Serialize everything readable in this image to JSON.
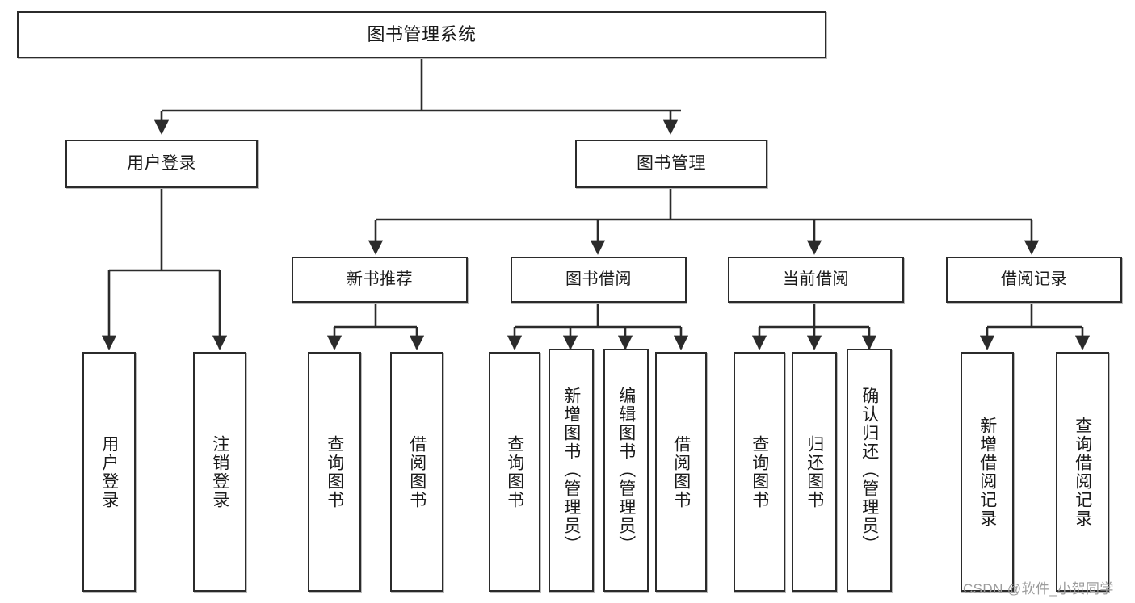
{
  "diagram": {
    "title": "图书管理系统",
    "type": "functional-structure-tree",
    "watermark": "CSDN @软件_小贺同学",
    "colors": {
      "stroke": "#2b2b2b",
      "fill": "#ffffff",
      "text": "#1a1a1a",
      "watermark": "#9c9c9c"
    },
    "root": {
      "label": "图书管理系统"
    },
    "level1": [
      {
        "label": "用户登录"
      },
      {
        "label": "图书管理"
      }
    ],
    "level2": [
      {
        "label": "新书推荐"
      },
      {
        "label": "图书借阅"
      },
      {
        "label": "当前借阅"
      },
      {
        "label": "借阅记录"
      }
    ],
    "leaves": {
      "user_login": [
        {
          "label": "用户登录"
        },
        {
          "label": "注销登录"
        }
      ],
      "new_book_recommend": [
        {
          "label": "查询图书"
        },
        {
          "label": "借阅图书"
        }
      ],
      "book_borrow": [
        {
          "label": "查询图书"
        },
        {
          "label": "新增图书（管理员）"
        },
        {
          "label": "编辑图书（管理员）"
        },
        {
          "label": "借阅图书"
        }
      ],
      "current_borrow": [
        {
          "label": "查询图书"
        },
        {
          "label": "归还图书"
        },
        {
          "label": "确认归还（管理员）"
        }
      ],
      "borrow_records": [
        {
          "label": "新增借阅记录"
        },
        {
          "label": "查询借阅记录"
        }
      ]
    }
  }
}
